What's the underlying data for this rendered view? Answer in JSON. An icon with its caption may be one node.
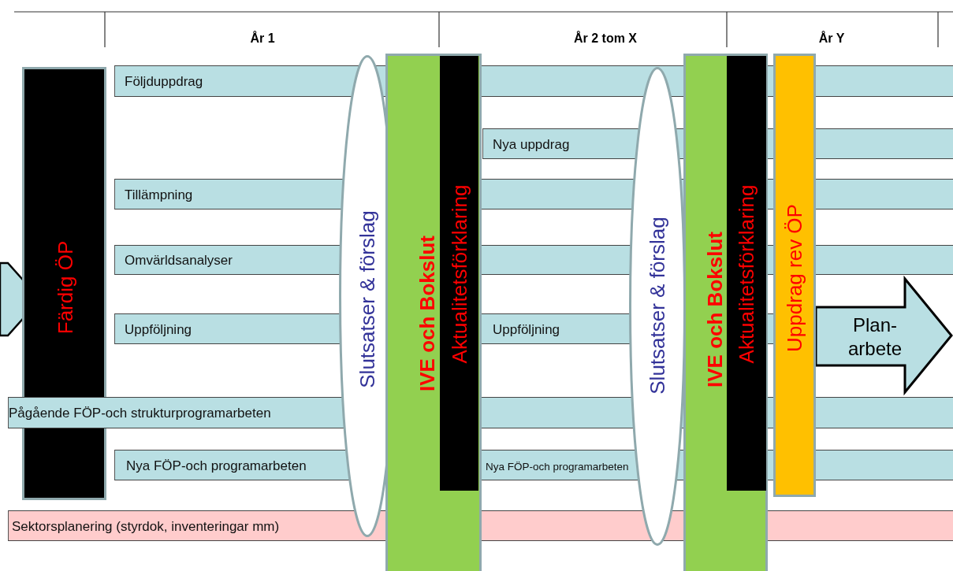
{
  "diagram": {
    "nodes": [
      {
        "text": [],
        "shape": "arrow"
      },
      {
        "text": [
          "Färdig ÖP"
        ]
      },
      {
        "text": [
          "Följduppdrag"
        ]
      },
      {
        "text": [
          "Nya uppdrag"
        ]
      },
      {
        "text": [
          "Tillämpning"
        ]
      },
      {
        "text": [
          "Omvärldsanalyser"
        ]
      },
      {
        "text": [
          "Uppföljning",
          "Uppföljning"
        ]
      },
      {
        "text": [
          "Pågående FÖP-och strukturprogramarbeten"
        ]
      },
      {
        "text": [
          "Nya FÖP-och programarbeten",
          "Nya FÖP-och programarbeten"
        ]
      },
      {
        "text": [
          "Sektorsplanering (styrdok, inventeringar mm)"
        ]
      },
      {
        "text": [
          "Slutsatser & förslag"
        ]
      },
      {
        "text": [
          "IVE och Bokslut"
        ]
      },
      {
        "text": [
          "Aktualitetsförklaring"
        ],
        "in": 11
      },
      {
        "text": [
          "Slutsatser & förslag"
        ]
      },
      {
        "text": [
          "IVE och Bokslut"
        ]
      },
      {
        "text": [
          "Aktualitetsförklaring"
        ],
        "in": 14
      },
      {
        "text": [
          "Uppdrag rev ÖP"
        ]
      },
      {
        "text": [
          "Plan- arbete"
        ]
      }
    ],
    "labels": [
      "År 1",
      "År 2 tom X",
      "År Y"
    ]
  }
}
